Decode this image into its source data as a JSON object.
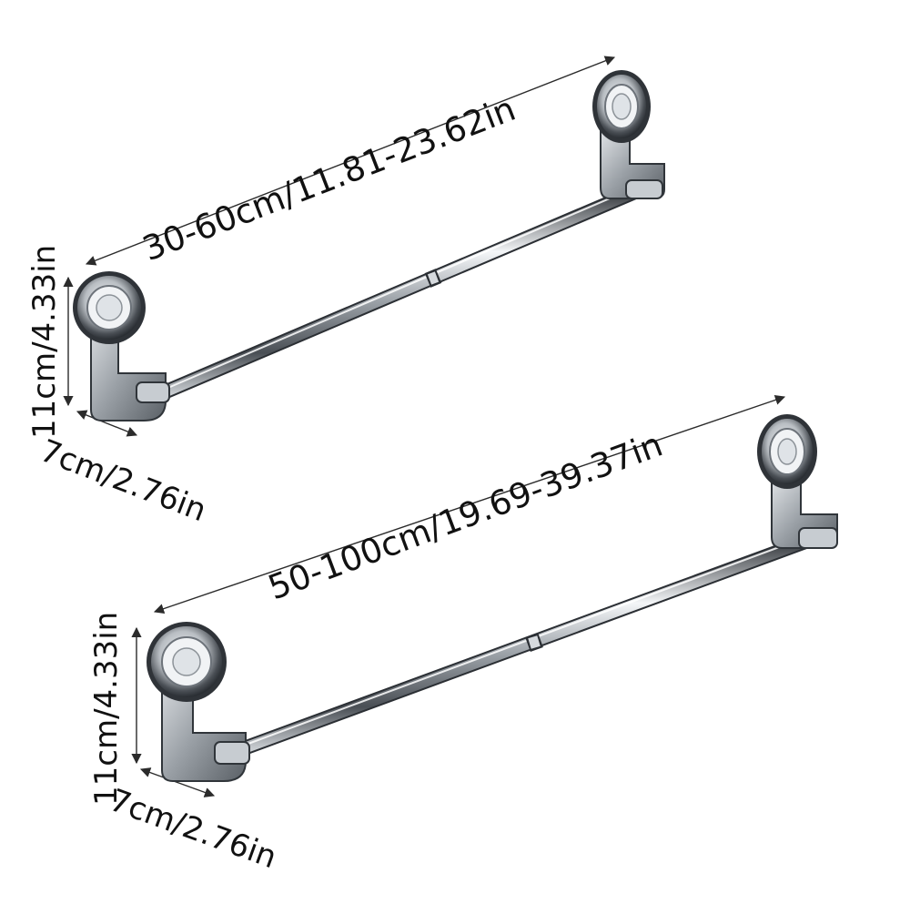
{
  "products": [
    {
      "name": "short-towel-bar",
      "length_label": "30-60cm/11.81-23.62in",
      "height_label": "11cm/4.33in",
      "depth_label": "7cm/2.76in"
    },
    {
      "name": "long-towel-bar",
      "length_label": "50-100cm/19.69-39.37in",
      "height_label": "11cm/4.33in",
      "depth_label": "7cm/2.76in"
    }
  ],
  "colors": {
    "background": "#ffffff",
    "line": "#2b2b2b",
    "text": "#111111",
    "chrome_dark": "#3c4147",
    "chrome_mid": "#8a9096",
    "chrome_light": "#eef1f3"
  }
}
